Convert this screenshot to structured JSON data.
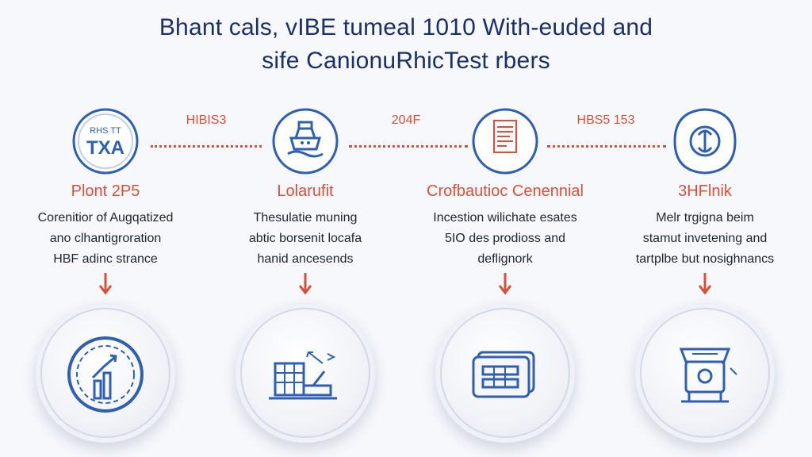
{
  "title": {
    "line1": "Bhant cals, vIBE tumeal 1010 With-euded and",
    "line2": "sife CanionuRhicTest rbers"
  },
  "connectors": [
    {
      "label": "HIBIS3"
    },
    {
      "label": "204F"
    },
    {
      "label": "HBS5 153"
    }
  ],
  "steps": [
    {
      "icon": "tablet-logo-icon",
      "icon_text_top": "RHS TT",
      "icon_text_main": "TXA",
      "heading": "Plont 2P5",
      "desc": [
        "Corenitior of Augqatized",
        "ano clhantigroration",
        "HBF adinc strance"
      ],
      "bottom_icon": "gauge-chart-icon"
    },
    {
      "icon": "ship-icon",
      "heading": "Lolarufit",
      "desc": [
        "Thesulatie muning",
        "abtic borsenit locafa",
        "hanid ancesends"
      ],
      "bottom_icon": "building-crane-icon"
    },
    {
      "icon": "document-icon",
      "heading": "Crofbautioc Cenennial",
      "desc": [
        "Incestion wilichate esates",
        "5IO des prodioss and",
        "deflignork"
      ],
      "bottom_icon": "card-list-icon"
    },
    {
      "icon": "leaf-emblem-icon",
      "heading": "3HFlnik",
      "desc": [
        "Melr trgigna beim",
        "stamut invetening and",
        "tartplbe but nosighnancs"
      ],
      "bottom_icon": "machine-unit-icon"
    }
  ],
  "colors": {
    "accent": "#d9503a",
    "icon_blue": "#2f5fb3",
    "title": "#1b2f6b"
  }
}
